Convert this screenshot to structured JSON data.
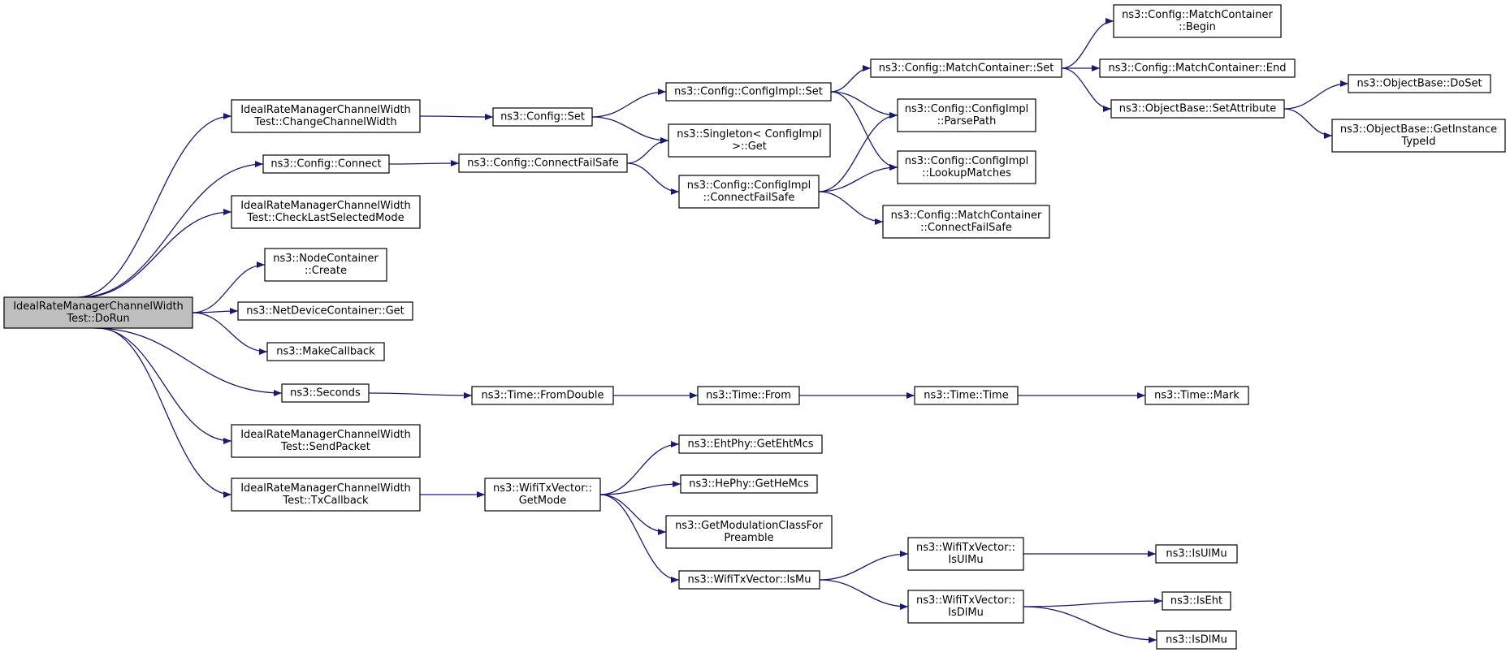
{
  "graph": {
    "root": "root",
    "nodes": [
      {
        "id": "root",
        "lines": [
          "IdealRateManagerChannelWidth",
          "Test::DoRun"
        ]
      },
      {
        "id": "changeChannelWidth",
        "lines": [
          "IdealRateManagerChannelWidth",
          "Test::ChangeChannelWidth"
        ]
      },
      {
        "id": "configConnect",
        "lines": [
          "ns3::Config::Connect"
        ]
      },
      {
        "id": "checkLastSelectedMode",
        "lines": [
          "IdealRateManagerChannelWidth",
          "Test::CheckLastSelectedMode"
        ]
      },
      {
        "id": "nodeContainerCreate",
        "lines": [
          "ns3::NodeContainer",
          "::Create"
        ]
      },
      {
        "id": "netDeviceContainerGet",
        "lines": [
          "ns3::NetDeviceContainer::Get"
        ]
      },
      {
        "id": "makeCallback",
        "lines": [
          "ns3::MakeCallback"
        ]
      },
      {
        "id": "seconds",
        "lines": [
          "ns3::Seconds"
        ]
      },
      {
        "id": "sendPacket",
        "lines": [
          "IdealRateManagerChannelWidth",
          "Test::SendPacket"
        ]
      },
      {
        "id": "txCallback",
        "lines": [
          "IdealRateManagerChannelWidth",
          "Test::TxCallback"
        ]
      },
      {
        "id": "configSet",
        "lines": [
          "ns3::Config::Set"
        ]
      },
      {
        "id": "configConnectFailSafe",
        "lines": [
          "ns3::Config::ConnectFailSafe"
        ]
      },
      {
        "id": "timeFromDouble",
        "lines": [
          "ns3::Time::FromDouble"
        ]
      },
      {
        "id": "wifiTxVectorGetMode",
        "lines": [
          "ns3::WifiTxVector::",
          "GetMode"
        ]
      },
      {
        "id": "configImplSet",
        "lines": [
          "ns3::Config::ConfigImpl::Set"
        ]
      },
      {
        "id": "singletonGet",
        "lines": [
          "ns3::Singleton< ConfigImpl",
          ">::Get"
        ]
      },
      {
        "id": "configImplConnectFailSafe",
        "lines": [
          "ns3::Config::ConfigImpl",
          "::ConnectFailSafe"
        ]
      },
      {
        "id": "timeFrom",
        "lines": [
          "ns3::Time::From"
        ]
      },
      {
        "id": "ehtPhyGetEhtMcs",
        "lines": [
          "ns3::EhtPhy::GetEhtMcs"
        ]
      },
      {
        "id": "hePhyGetHeMcs",
        "lines": [
          "ns3::HePhy::GetHeMcs"
        ]
      },
      {
        "id": "getModulationClassForPreamble",
        "lines": [
          "ns3::GetModulationClassFor",
          "Preamble"
        ]
      },
      {
        "id": "wifiTxVectorIsMu",
        "lines": [
          "ns3::WifiTxVector::IsMu"
        ]
      },
      {
        "id": "matchContainerSet",
        "lines": [
          "ns3::Config::MatchContainer::Set"
        ]
      },
      {
        "id": "configImplParsePath",
        "lines": [
          "ns3::Config::ConfigImpl",
          "::ParsePath"
        ]
      },
      {
        "id": "configImplLookupMatches",
        "lines": [
          "ns3::Config::ConfigImpl",
          "::LookupMatches"
        ]
      },
      {
        "id": "matchContainerConnectFailSafe",
        "lines": [
          "ns3::Config::MatchContainer",
          "::ConnectFailSafe"
        ]
      },
      {
        "id": "timeTime",
        "lines": [
          "ns3::Time::Time"
        ]
      },
      {
        "id": "wifiTxVectorIsUlMu",
        "lines": [
          "ns3::WifiTxVector::",
          "IsUlMu"
        ]
      },
      {
        "id": "wifiTxVectorIsDlMu",
        "lines": [
          "ns3::WifiTxVector::",
          "IsDlMu"
        ]
      },
      {
        "id": "matchContainerBegin",
        "lines": [
          "ns3::Config::MatchContainer",
          "::Begin"
        ]
      },
      {
        "id": "matchContainerEnd",
        "lines": [
          "ns3::Config::MatchContainer::End"
        ]
      },
      {
        "id": "objectBaseSetAttribute",
        "lines": [
          "ns3::ObjectBase::SetAttribute"
        ]
      },
      {
        "id": "timeMark",
        "lines": [
          "ns3::Time::Mark"
        ]
      },
      {
        "id": "isUlMu",
        "lines": [
          "ns3::IsUlMu"
        ]
      },
      {
        "id": "isEht",
        "lines": [
          "ns3::IsEht"
        ]
      },
      {
        "id": "isDlMu",
        "lines": [
          "ns3::IsDlMu"
        ]
      },
      {
        "id": "objectBaseDoSet",
        "lines": [
          "ns3::ObjectBase::DoSet"
        ]
      },
      {
        "id": "objectBaseGetInstanceTypeId",
        "lines": [
          "ns3::ObjectBase::GetInstance",
          "TypeId"
        ]
      }
    ],
    "edges": [
      [
        "root",
        "changeChannelWidth"
      ],
      [
        "root",
        "configConnect"
      ],
      [
        "root",
        "checkLastSelectedMode"
      ],
      [
        "root",
        "nodeContainerCreate"
      ],
      [
        "root",
        "netDeviceContainerGet"
      ],
      [
        "root",
        "makeCallback"
      ],
      [
        "root",
        "seconds"
      ],
      [
        "root",
        "sendPacket"
      ],
      [
        "root",
        "txCallback"
      ],
      [
        "changeChannelWidth",
        "configSet"
      ],
      [
        "configSet",
        "configImplSet"
      ],
      [
        "configSet",
        "singletonGet"
      ],
      [
        "configConnect",
        "configConnectFailSafe"
      ],
      [
        "configConnectFailSafe",
        "singletonGet"
      ],
      [
        "configConnectFailSafe",
        "configImplConnectFailSafe"
      ],
      [
        "configImplSet",
        "matchContainerSet"
      ],
      [
        "configImplSet",
        "configImplParsePath"
      ],
      [
        "configImplSet",
        "configImplLookupMatches"
      ],
      [
        "configImplConnectFailSafe",
        "configImplParsePath"
      ],
      [
        "configImplConnectFailSafe",
        "configImplLookupMatches"
      ],
      [
        "configImplConnectFailSafe",
        "matchContainerConnectFailSafe"
      ],
      [
        "matchContainerSet",
        "matchContainerBegin"
      ],
      [
        "matchContainerSet",
        "matchContainerEnd"
      ],
      [
        "matchContainerSet",
        "objectBaseSetAttribute"
      ],
      [
        "objectBaseSetAttribute",
        "objectBaseDoSet"
      ],
      [
        "objectBaseSetAttribute",
        "objectBaseGetInstanceTypeId"
      ],
      [
        "seconds",
        "timeFromDouble"
      ],
      [
        "timeFromDouble",
        "timeFrom"
      ],
      [
        "timeFrom",
        "timeTime"
      ],
      [
        "timeTime",
        "timeMark"
      ],
      [
        "txCallback",
        "wifiTxVectorGetMode"
      ],
      [
        "wifiTxVectorGetMode",
        "ehtPhyGetEhtMcs"
      ],
      [
        "wifiTxVectorGetMode",
        "hePhyGetHeMcs"
      ],
      [
        "wifiTxVectorGetMode",
        "getModulationClassForPreamble"
      ],
      [
        "wifiTxVectorGetMode",
        "wifiTxVectorIsMu"
      ],
      [
        "wifiTxVectorIsMu",
        "wifiTxVectorIsUlMu"
      ],
      [
        "wifiTxVectorIsMu",
        "wifiTxVectorIsDlMu"
      ],
      [
        "wifiTxVectorIsUlMu",
        "isUlMu"
      ],
      [
        "wifiTxVectorIsDlMu",
        "isEht"
      ],
      [
        "wifiTxVectorIsDlMu",
        "isDlMu"
      ]
    ]
  }
}
